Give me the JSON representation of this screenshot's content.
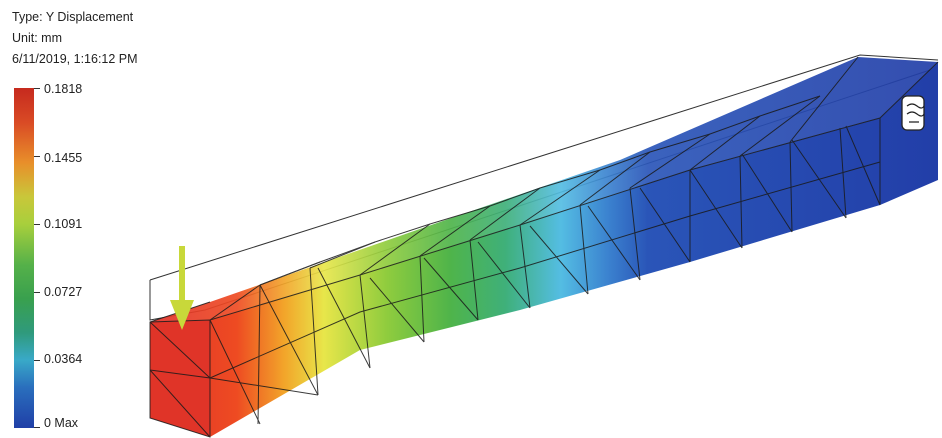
{
  "result": {
    "type_line": "Type: Y Displacement",
    "unit_line": "Unit: mm",
    "timestamp": "6/11/2019, 1:16:12 PM"
  },
  "legend": {
    "values": [
      "0.1818",
      "0.1455",
      "0.1091",
      "0.0727",
      "0.0364",
      "0 Max"
    ],
    "colors": [
      "#c62a1e",
      "#e88f2a",
      "#a8cf3c",
      "#39a04e",
      "#39a9c8",
      "#203fa7"
    ]
  },
  "load_arrow": {
    "color": "#c8d83a",
    "icon": "load-arrow-icon"
  },
  "constraint": {
    "icon": "fixed-constraint-icon"
  }
}
